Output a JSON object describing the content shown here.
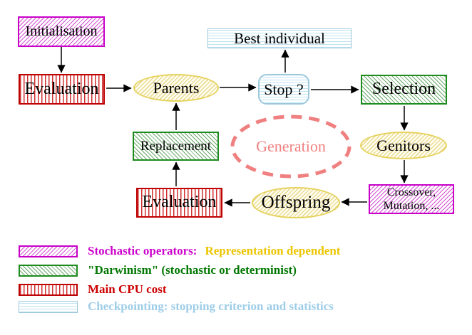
{
  "title": "Evolutionary algorithm generation cycle diagram",
  "nodes": {
    "initialisation": "Initialisation",
    "evaluation_top": "Evaluation",
    "parents": "Parents",
    "stop": "Stop ?",
    "best_individual": "Best individual",
    "selection": "Selection",
    "genitors": "Genitors",
    "crossover_line1": "Crossover,",
    "crossover_line2": "Mutation, ...",
    "offspring": "Offspring",
    "evaluation_bottom": "Evaluation",
    "replacement": "Replacement",
    "generation": "Generation"
  },
  "edges": [
    {
      "from": "initialisation",
      "to": "evaluation_top"
    },
    {
      "from": "evaluation_top",
      "to": "parents"
    },
    {
      "from": "parents",
      "to": "stop"
    },
    {
      "from": "stop",
      "to": "best_individual"
    },
    {
      "from": "stop",
      "to": "selection"
    },
    {
      "from": "selection",
      "to": "genitors"
    },
    {
      "from": "genitors",
      "to": "crossover_mutation"
    },
    {
      "from": "crossover_mutation",
      "to": "offspring"
    },
    {
      "from": "offspring",
      "to": "evaluation_bottom"
    },
    {
      "from": "evaluation_bottom",
      "to": "replacement"
    },
    {
      "from": "replacement",
      "to": "parents"
    }
  ],
  "legend": {
    "row1": {
      "label_a": "Stochastic operators:",
      "label_b": "Representation dependent"
    },
    "row2": {
      "label": "\"Darwinism\" (stochastic or determinist)"
    },
    "row3": {
      "label": "Main CPU cost"
    },
    "row4": {
      "label": "Checkpointing: stopping criterion and statistics"
    }
  },
  "colors": {
    "stochastic_magenta": "#cc00cc",
    "representation_gold": "#edc500",
    "darwinism_green": "#007700",
    "cpu_cost_red": "#cc0000",
    "checkpointing_cyan": "#9dcde8",
    "generation_coral": "#f08080",
    "node_yellow_border": "#e6d25e",
    "selection_green_border": "#1e8b1e",
    "eval_red_border": "#be0000",
    "stop_cyan_border": "#9cc8da"
  }
}
